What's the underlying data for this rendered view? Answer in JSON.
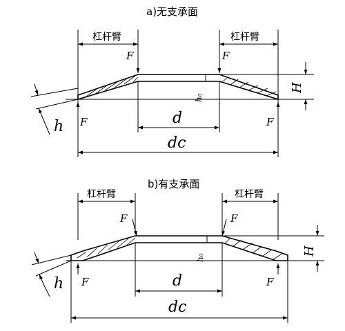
{
  "diagrams": [
    {
      "title": "a)无支承面",
      "lever_left": "杠杆臂",
      "lever_right": "杠杆臂",
      "force": "F",
      "h": "h",
      "h0": "h₀",
      "H": "H",
      "d": "d",
      "dc": "dc"
    },
    {
      "title": "b)有支承面",
      "lever_left": "杠杆臂",
      "lever_right": "杠杆臂",
      "force": "F",
      "h": "h",
      "h0": "h₀",
      "H": "H",
      "d": "d",
      "dc": "dc"
    }
  ],
  "colors": {
    "line": "#000000",
    "background": "#ffffff"
  }
}
